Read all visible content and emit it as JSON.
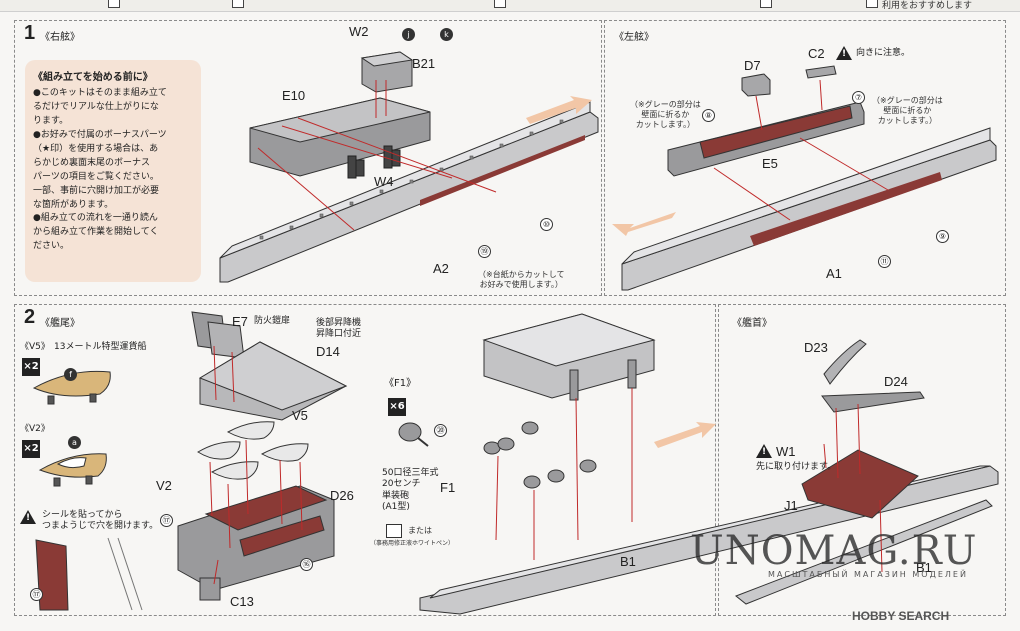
{
  "top_strip": {
    "labels": [
      "",
      "",
      "",
      "",
      "",
      "利用をおすすめします"
    ]
  },
  "step1": {
    "number": "1",
    "title": "《右舷》",
    "right_title": "《左舷》",
    "note": {
      "title": "《組み立てを始める前に》",
      "lines": [
        "●このキットはそのまま組み立て",
        "るだけでリアルな仕上がりにな",
        "ります。",
        "●お好みで付属のボーナスパーツ",
        "（★印）を使用する場合は、あ",
        "らかじめ裏面末尾のボーナス",
        "パーツの項目をご覧ください。",
        "一部、事前に穴開け加工が必要",
        "な箇所があります。",
        "●組み立ての流れを一通り読ん",
        "から組み立て作業を開始してく",
        "ださい。"
      ]
    },
    "labels": {
      "w2": "W2",
      "b21": "B21",
      "e10": "E10",
      "w4": "W4",
      "a2": "A2",
      "d7": "D7",
      "c2": "C2",
      "e5": "E5",
      "a1": "A1"
    },
    "circled": {
      "c10": "⑩",
      "c19": "⑲",
      "c8": "⑧",
      "c7": "⑦",
      "c9": "⑨",
      "c11": "⑪",
      "j": "j",
      "k": "k"
    },
    "notes": {
      "cut_left": [
        "（※グレーの部分は",
        "壁面に折るか",
        "カットします。）"
      ],
      "cut_right": [
        "（※グレーの部分は",
        "壁面に折るか",
        "カットします。）"
      ],
      "a2_note": [
        "（※台紙からカットして",
        "お好みで使用します。）"
      ],
      "c2_note": "向きに注意。"
    }
  },
  "step2": {
    "number": "2",
    "title": "《艦尾》",
    "v5": {
      "title": "《V5》",
      "desc": "13メートル特型運貨船",
      "qty": "×2",
      "circ": "f"
    },
    "v2": {
      "title": "《V2》",
      "qty": "×2",
      "circ": "a"
    },
    "sticker_note": [
      "シールを貼ってから",
      "つまようじで穴を開けます。"
    ],
    "labels": {
      "e7": "E7",
      "e7_desc": "防火鎧扉",
      "d14": "D14",
      "d14_desc": [
        "後部昇降機",
        "昇降口付近"
      ],
      "v5": "V5",
      "v2": "V2",
      "d26": "D26",
      "c13": "C13"
    },
    "circled": {
      "c17a": "⑰",
      "c17b": "⑰",
      "c16": "⑯"
    }
  },
  "step_mid": {
    "f1_title": "《F1》",
    "qty": "×6",
    "circ20": "⑳",
    "f1": "F1",
    "gun_desc": [
      "50口径三年式",
      "20センチ",
      "単装砲",
      "(A1型)"
    ],
    "or": "または",
    "pen_note": "（事務用修正液ホワイトペン）",
    "b1": "B1"
  },
  "step_bow": {
    "title": "《艦首》",
    "labels": {
      "d23": "D23",
      "d24": "D24",
      "w1": "W1",
      "j1": "J1",
      "b1": "B1"
    },
    "w1_note": "先に取り付けます。"
  },
  "watermark": {
    "text": "UNOMAG.RU",
    "sub": "МАСШТАБНЫЙ МАГАЗИН МОДЕЛЕЙ"
  },
  "branding": "HOBBY SEARCH",
  "colors": {
    "deck_red": "#8a3a36",
    "hull_gray": "#9a9a9c",
    "light_gray": "#c9c9cb",
    "bg": "#f7f6f4",
    "note_bg": "#f5e3d6"
  }
}
